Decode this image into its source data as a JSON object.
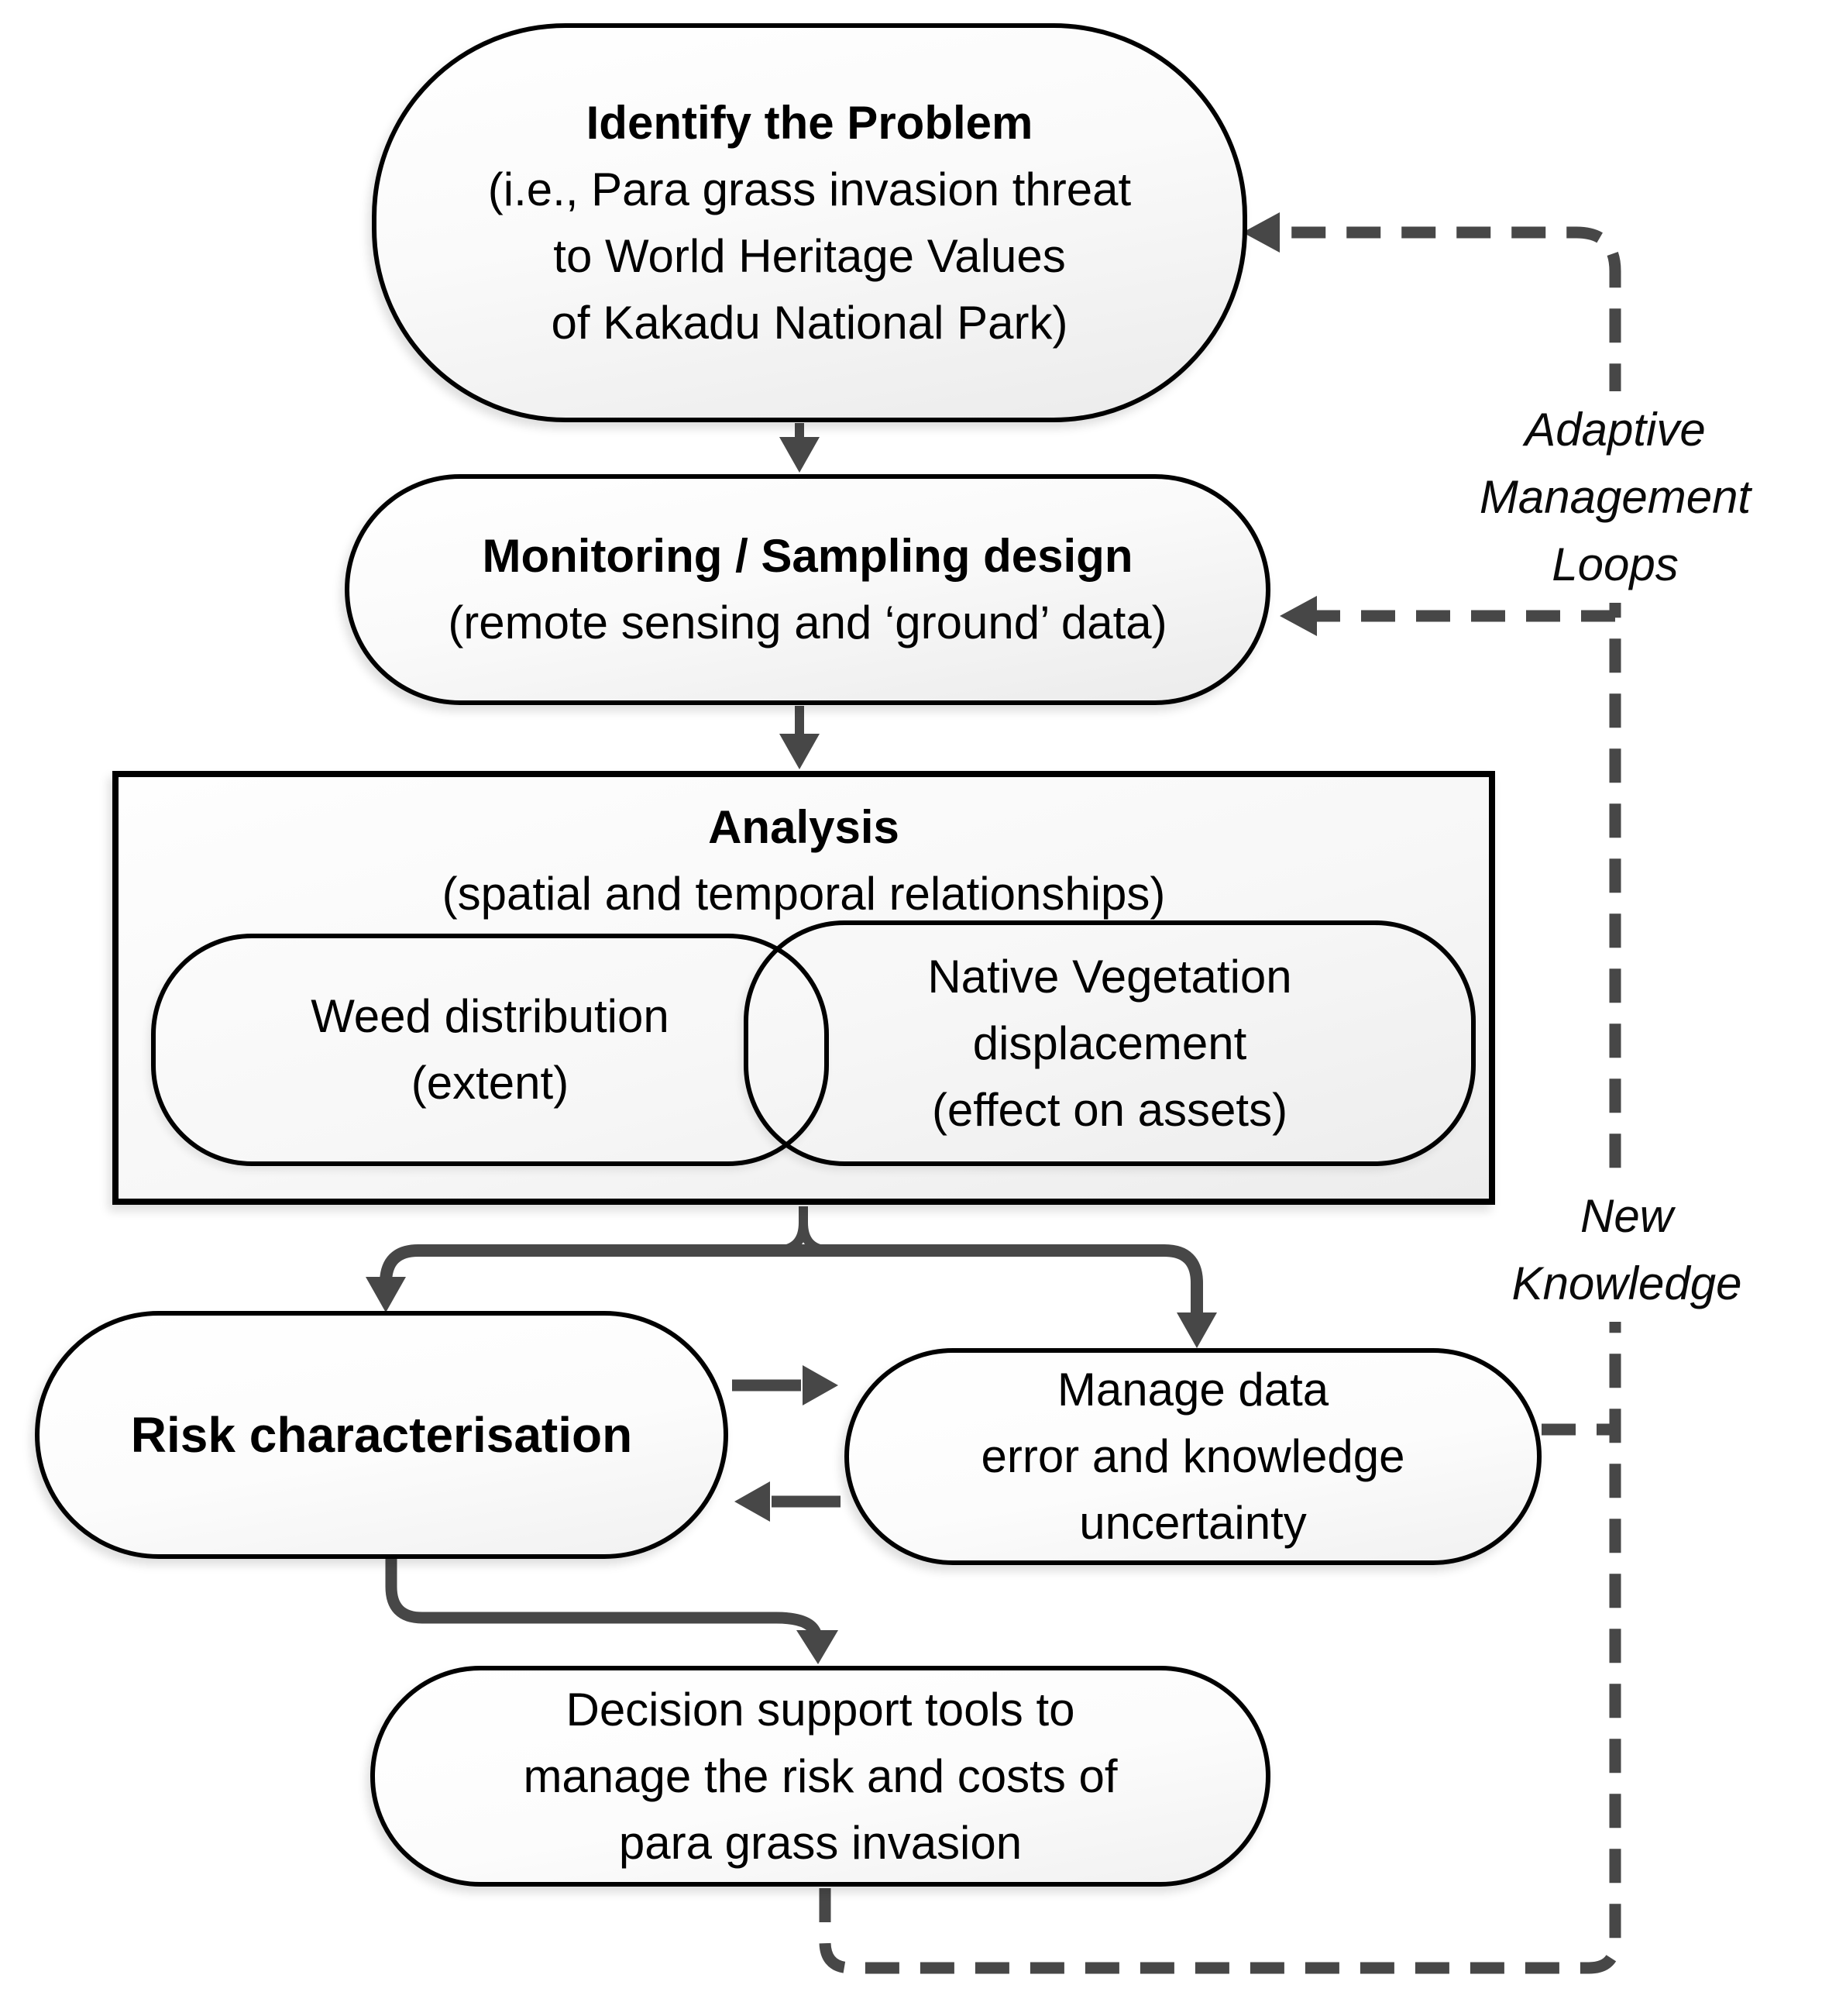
{
  "diagram": {
    "nodes": {
      "identify": {
        "title": "Identify the Problem",
        "lines": [
          "(i.e., Para grass invasion threat",
          "to World Heritage Values",
          "of Kakadu National Park)"
        ]
      },
      "monitoring": {
        "title": "Monitoring / Sampling design",
        "subtitle": "(remote sensing and ‘ground’ data)"
      },
      "analysis": {
        "title": "Analysis",
        "subtitle": "(spatial and temporal relationships)"
      },
      "weed": {
        "lines": [
          "Weed distribution",
          "(extent)"
        ]
      },
      "native": {
        "lines": [
          "Native Vegetation",
          "displacement",
          "(effect on assets)"
        ]
      },
      "risk": {
        "title": "Risk characterisation"
      },
      "manage": {
        "lines": [
          "Manage data",
          "error and knowledge",
          "uncertainty"
        ]
      },
      "decision": {
        "title_bold": "Decision support tools",
        "title_rest": " to",
        "lines": [
          "manage the risk and costs of",
          "para grass invasion"
        ]
      }
    },
    "labels": {
      "adaptive": [
        "Adaptive",
        "Management",
        "Loops"
      ],
      "new_knowledge": [
        "New",
        "Knowledge"
      ]
    },
    "colors": {
      "arrow": "#474747",
      "border": "#000000"
    }
  }
}
